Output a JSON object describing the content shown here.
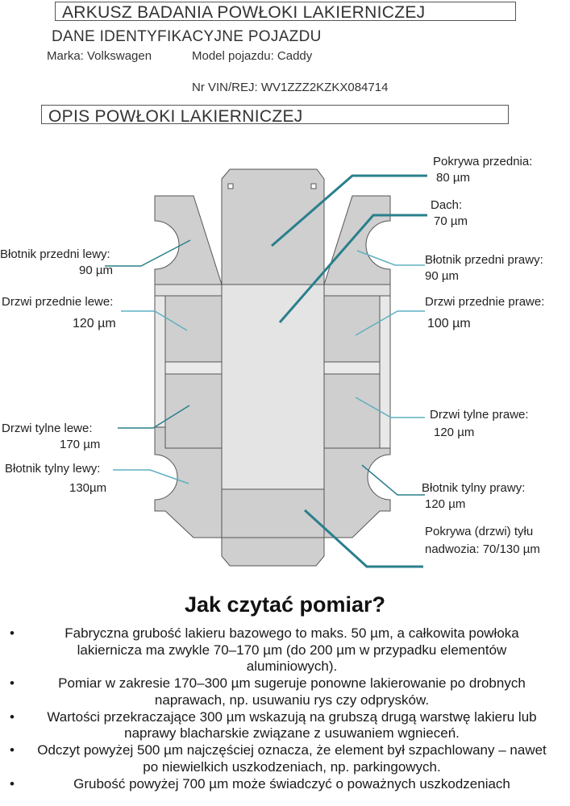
{
  "header": {
    "title": "ARKUSZ BADANIA POWŁOKI LAKIERNICZEJ",
    "vehicle_section": "DANE IDENTYFIKACYJNE POJAZDU",
    "make_label": "Marka: Volkswagen",
    "model_label": "Model pojazdu:  Caddy",
    "vin_label": "Nr VIN/REJ: WV1ZZZ2KZKX084714",
    "coating_section": "OPIS POWŁOKI LAKIERNICZEJ"
  },
  "measurements": {
    "bonnet": {
      "label": "Pokrywa przednia:",
      "value": "80 µm"
    },
    "roof": {
      "label": "Dach:",
      "value": "70 µm"
    },
    "front_left_fender": {
      "label": "Błotnik przedni lewy:",
      "value": "90 µm"
    },
    "front_right_fender": {
      "label": "Błotnik przedni prawy:",
      "value": "90 µm"
    },
    "front_left_door": {
      "label": "Drzwi przednie lewe:",
      "value": "120  µm"
    },
    "front_right_door": {
      "label": "Drzwi przednie prawe:",
      "value": "100 µm"
    },
    "rear_left_door": {
      "label": "Drzwi tylne lewe:",
      "value": "170 µm"
    },
    "rear_right_door": {
      "label": "Drzwi tylne prawe:",
      "value": "120 µm"
    },
    "rear_left_fender": {
      "label": "Błotnik tylny lewy:",
      "value": "130µm"
    },
    "rear_right_fender": {
      "label": "Błotnik tylny prawy:",
      "value": "120 µm"
    },
    "tailgate": {
      "label": "Pokrywa (drzwi) tyłu",
      "value": "nadwozia: 70/130 µm"
    }
  },
  "guide": {
    "heading": "Jak czytać pomiar?",
    "bullet_symbol": "•",
    "items": [
      "Fabryczna grubość lakieru bazowego to maks. 50 µm, a całkowita powłoka lakiernicza ma zwykle 70–170 µm (do 200 µm w przypadku elementów aluminiowych).",
      "Pomiar w zakresie 170–300 µm sugeruje ponowne lakierowanie po drobnych naprawach, np. usuwaniu rys czy odprysków.",
      "Wartości przekraczające 300 µm wskazują na grubszą drugą warstwę lakieru lub naprawy blacharskie związane z usuwaniem wgnieceń.",
      "Odczyt powyżej 500 µm najczęściej oznacza, że element był szpachlowany – nawet po niewielkich uszkodzeniach, np. parkingowych.",
      "Grubość powyżej 700 µm może świadczyć o poważnych uszkodzeniach"
    ]
  },
  "colors": {
    "body_fill": "#cfcfcf",
    "body_stroke": "#555555",
    "pointer_dark": "#2a7f8c",
    "pointer_light": "#5fb0c0"
  }
}
